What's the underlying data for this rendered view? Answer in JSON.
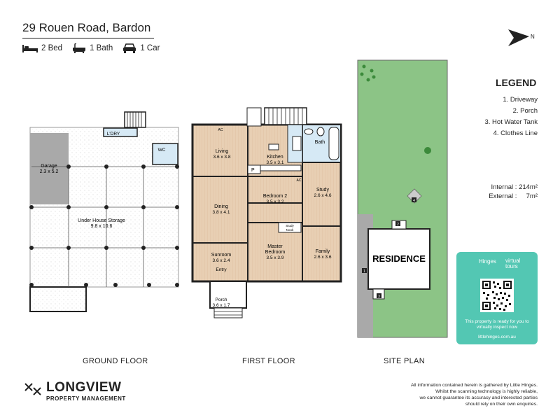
{
  "header": {
    "address": "29 Rouen Road, Bardon",
    "beds": "2 Bed",
    "baths": "1 Bath",
    "cars": "1 Car"
  },
  "compass": {
    "label": "N"
  },
  "legend": {
    "title": "LEGEND",
    "items": [
      "1. Driveway",
      "2. Porch",
      "3. Hot Water Tank",
      "4. Clothes Line"
    ]
  },
  "areas": {
    "internal_label": "Internal :",
    "internal_value": "214m²",
    "external_label": "External :",
    "external_value": "7m²"
  },
  "ground_floor": {
    "label": "GROUND FLOOR",
    "rooms": {
      "laundry": "L'DRY",
      "wc": "WC",
      "garage": "Garage",
      "garage_size": "2.3 x 5.2",
      "storage": "Under House Storage",
      "storage_size": "9.8 x 10.6"
    }
  },
  "first_floor": {
    "label": "FIRST FLOOR",
    "rooms": {
      "living": "Living",
      "living_size": "3.6 x 3.8",
      "kitchen": "Kitchen",
      "kitchen_size": "3.5 x 3.1",
      "bath": "Bath",
      "bed2": "Bedroom 2",
      "bed2_size": "3.5 x 3.2",
      "study": "Study",
      "study_size": "2.6 x 4.6",
      "dining": "Dining",
      "dining_size": "3.8 x 4.1",
      "study_nook_1": "Study",
      "study_nook_2": "Nook",
      "master_1": "Master",
      "master_2": "Bedroom",
      "master_size": "3.5 x 3.9",
      "family": "Family",
      "family_size": "2.6 x 3.6",
      "sunroom": "Sunroom",
      "sunroom_size": "3.6 x 2.4",
      "entry": "Entry",
      "porch": "Porch",
      "porch_size": "3.6 x 1.7",
      "ac1": "AC",
      "ac2": "AC",
      "pantry": "P"
    }
  },
  "site_plan": {
    "label": "SITE PLAN",
    "residence": "RESIDENCE",
    "markers": [
      "1",
      "2",
      "3",
      "4"
    ]
  },
  "virtual_card": {
    "brand": "Hinges",
    "brand2_line1": "virtual",
    "brand2_line2": "tours",
    "message": "This property is ready for you to virtually inspect now",
    "url": "littlehinges.com.au"
  },
  "footer": {
    "logo_main": "LONGVIEW",
    "logo_sub": "PROPERTY MANAGEMENT",
    "disclaimer_1": "All information contained herein is gathered by Little Hinges.",
    "disclaimer_2": "Whilst the scanning technology is highly reliable,",
    "disclaimer_3": "we cannot guarantee its accuracy and interested parties",
    "disclaimer_4": "should rely on their own enquiries."
  },
  "colors": {
    "wall": "#222222",
    "floor_wood": "#e6cbae",
    "tile": "#d6e9f5",
    "grass": "#8cc486",
    "garage": "#a9a9a9",
    "card": "#53c7b3"
  }
}
